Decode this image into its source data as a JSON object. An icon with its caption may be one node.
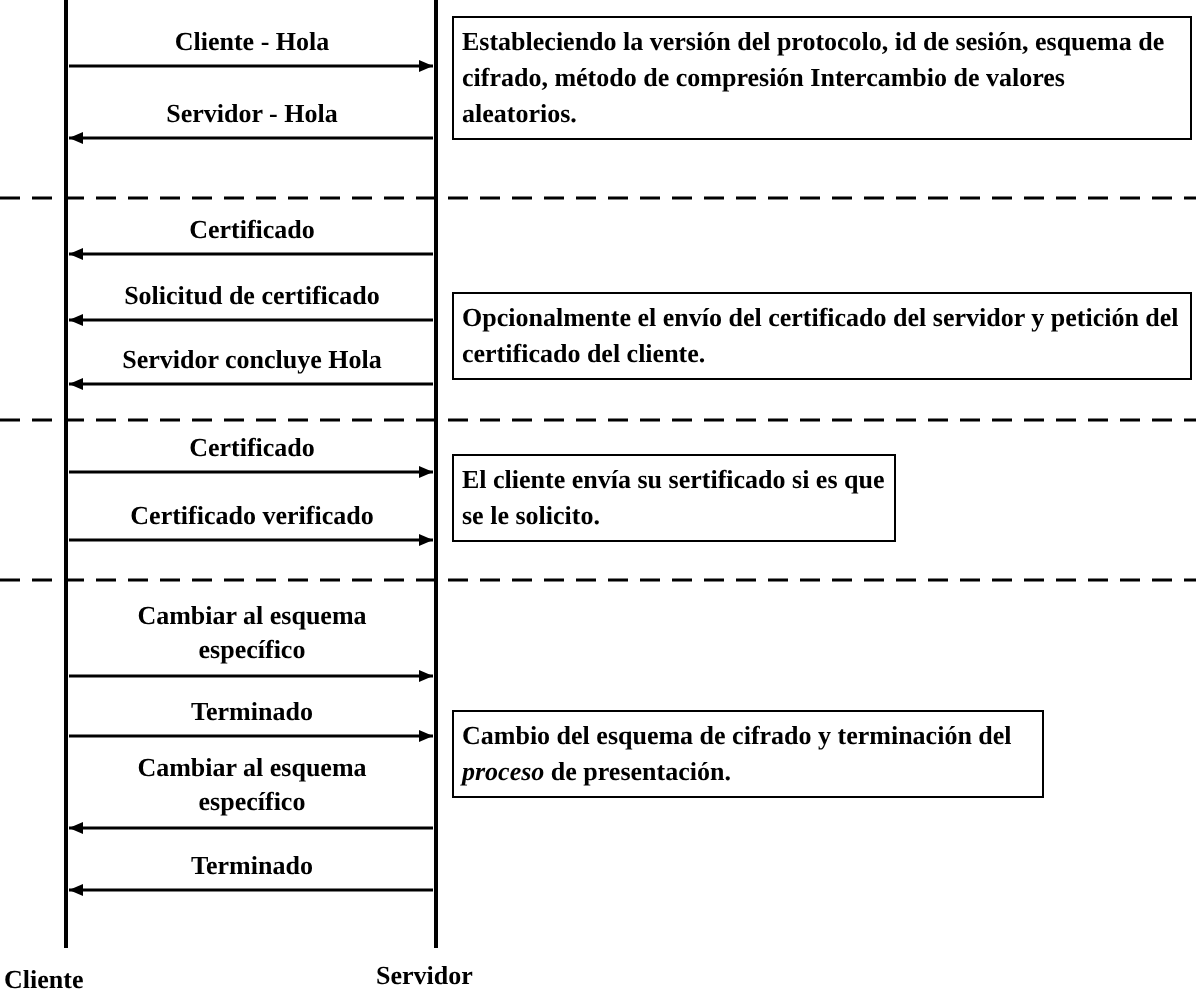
{
  "diagram": {
    "nodes": [
      {
        "text": [],
        "shape": "line",
        "beside": [
          "Cliente"
        ]
      },
      {
        "text": [],
        "shape": "line",
        "beside": [
          "Servidor"
        ]
      },
      {
        "text": [
          "Estableciendo la versión del protocolo, id de sesión, esquema de cifrado, método de compresión Intercambio de valores aleatorios."
        ]
      },
      {
        "text": [
          "Opcionalmente el envío del certificado del servidor y petición del certificado del cliente."
        ]
      },
      {
        "text": [
          "El cliente envía su sertificado si es que se le solicito."
        ]
      },
      {
        "text": [
          "Cambio del esquema de cifrado y terminación del *proceso* de presentación."
        ]
      }
    ],
    "edges": [
      {
        "from": 0,
        "to": 1,
        "arrow": "to",
        "label": "Cliente - Hola"
      },
      {
        "from": 1,
        "to": 0,
        "arrow": "to",
        "label": "Servidor - Hola"
      },
      {
        "from": 1,
        "to": 0,
        "arrow": "to",
        "label": "Certificado"
      },
      {
        "from": 1,
        "to": 0,
        "arrow": "to",
        "label": "Solicitud de certificado"
      },
      {
        "from": 1,
        "to": 0,
        "arrow": "to",
        "label": "Servidor concluye Hola"
      },
      {
        "from": 0,
        "to": 1,
        "arrow": "to",
        "label": "Certificado"
      },
      {
        "from": 0,
        "to": 1,
        "arrow": "to",
        "label": "Certificado verificado"
      },
      {
        "from": 0,
        "to": 1,
        "arrow": "to",
        "label": "Cambiar al esquema específico"
      },
      {
        "from": 0,
        "to": 1,
        "arrow": "to",
        "label": "Terminado"
      },
      {
        "from": 1,
        "to": 0,
        "arrow": "to",
        "label": "Cambiar al esquema específico"
      },
      {
        "from": 1,
        "to": 0,
        "arrow": "to",
        "label": "Terminado"
      }
    ]
  }
}
